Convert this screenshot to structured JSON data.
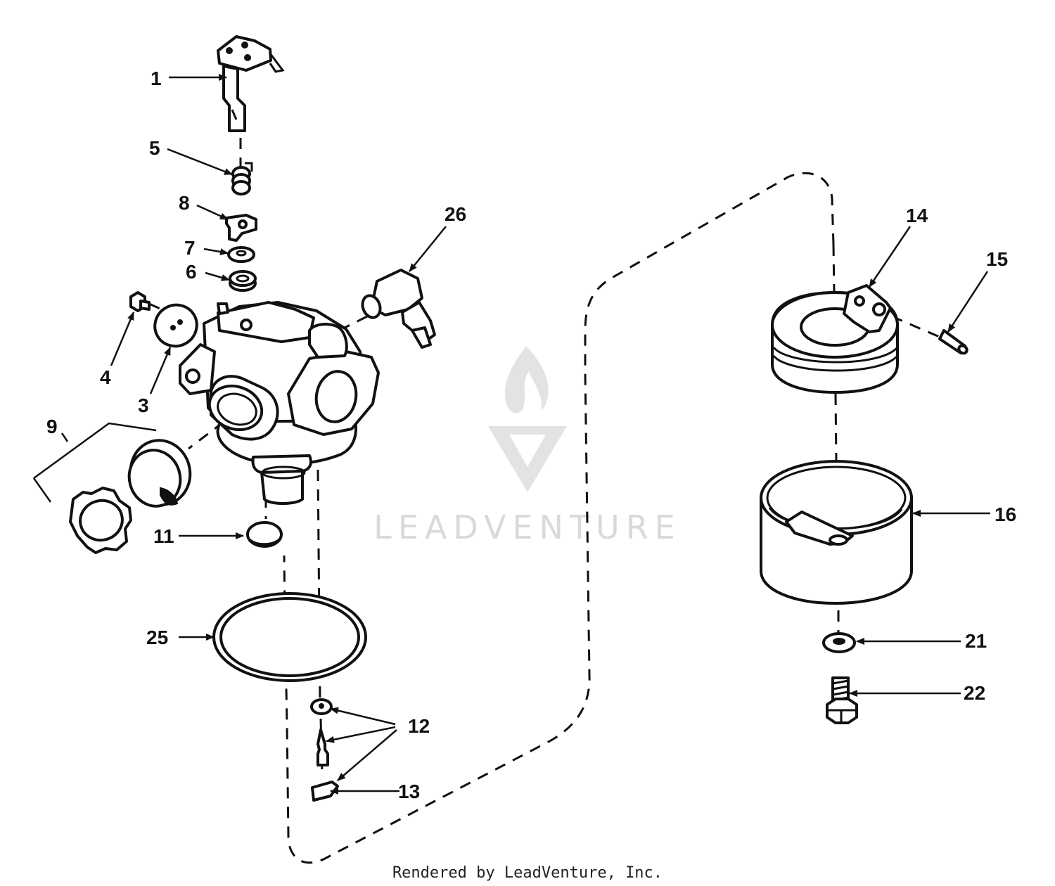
{
  "watermark": {
    "text": "LEADVENTURE"
  },
  "footer": {
    "text": "Rendered by LeadVenture, Inc."
  },
  "callouts": {
    "c1": "1",
    "c3": "3",
    "c4": "4",
    "c5": "5",
    "c6": "6",
    "c7": "7",
    "c8": "8",
    "c9": "9",
    "c11": "11",
    "c12": "12",
    "c13": "13",
    "c14": "14",
    "c15": "15",
    "c16": "16",
    "c21": "21",
    "c22": "22",
    "c25": "25",
    "c26": "26"
  },
  "colors": {
    "ink": "#111111",
    "background": "#ffffff",
    "watermark": "#d9d9d9"
  }
}
